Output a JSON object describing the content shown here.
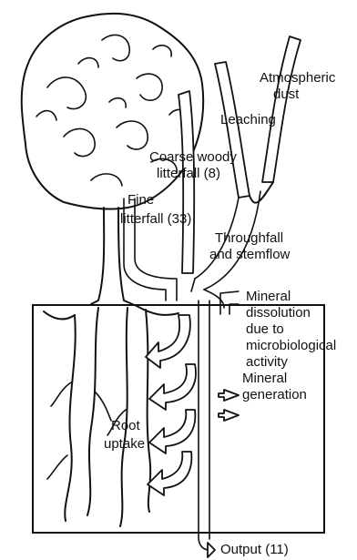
{
  "labels": {
    "atmospheric_dust": [
      "Atmospheric",
      "dust"
    ],
    "leaching": [
      "Leaching"
    ],
    "coarse_woody_litterfall": [
      "Coarse woody",
      "litterfall (8)"
    ],
    "fine_litterfall": [
      "Fine",
      "litterfall (33)"
    ],
    "throughfall_stemflow": [
      "Throughfall",
      "and stemflow"
    ],
    "mineral_dissolution": [
      "Mineral",
      "dissolution",
      "due to",
      "microbiological",
      "activity"
    ],
    "mineral_generation": [
      "Mineral",
      "generation"
    ],
    "root_uptake": [
      "Root",
      "uptake"
    ],
    "output": [
      "Output (11)"
    ]
  }
}
